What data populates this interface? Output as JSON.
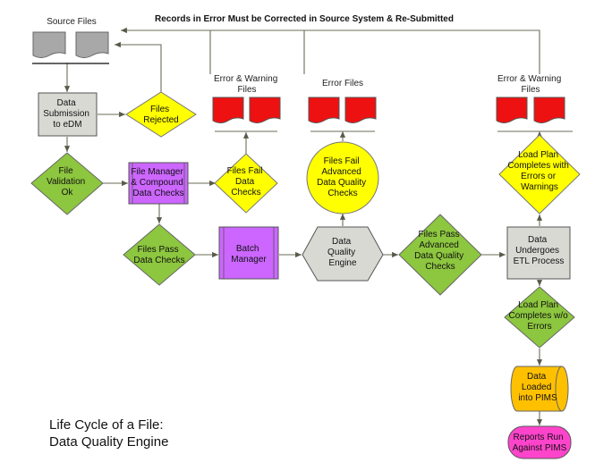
{
  "header": {
    "title": "Records in Error Must be Corrected in Source System & Re-Submitted"
  },
  "labels": {
    "source_files": "Source Files",
    "error_warning_files_1": [
      "Error & Warning",
      "Files"
    ],
    "error_files": "Error Files",
    "error_warning_files_2": [
      "Error & Warning",
      "Files"
    ]
  },
  "nodes": {
    "data_submission": [
      "Data",
      "Submission",
      "to eDM"
    ],
    "files_rejected": [
      "Files",
      "Rejected"
    ],
    "file_validation": [
      "File",
      "Validation",
      "Ok"
    ],
    "file_manager": [
      "File Manager",
      "& Compound",
      "Data Checks"
    ],
    "files_fail_data_checks": [
      "Files Fail",
      "Data",
      "Checks"
    ],
    "files_pass_data_checks": [
      "Files Pass",
      "Data Checks"
    ],
    "batch_manager": [
      "Batch",
      "Manager"
    ],
    "data_quality_engine": [
      "Data",
      "Quality",
      "Engine"
    ],
    "files_fail_advanced": [
      "Files Fail",
      "Advanced",
      "Data Quality",
      "Checks"
    ],
    "files_pass_advanced": [
      "Files Pass",
      "Advanced",
      "Data Quality",
      "Checks"
    ],
    "data_etl": [
      "Data",
      "Undergoes",
      "ETL Process"
    ],
    "load_plan_errors": [
      "Load Plan",
      "Completes with",
      "Errors or",
      "Warnings"
    ],
    "load_plan_ok": [
      "Load Plan",
      "Completes w/o",
      "Errors"
    ],
    "data_loaded": [
      "Data",
      "Loaded",
      "into PIMS"
    ],
    "reports": [
      "Reports Run",
      "Against PIMS"
    ]
  },
  "caption": [
    "Life Cycle of a File:",
    "Data Quality Engine"
  ],
  "colors": {
    "green": "#8dc63f",
    "yellow": "#ffff00",
    "purple": "#cc66ff",
    "gray": "#d9d9d4",
    "red": "#ee1111",
    "orange": "#ffc000",
    "pink": "#ff44cc",
    "doc_gray": "#a8a8a8"
  }
}
